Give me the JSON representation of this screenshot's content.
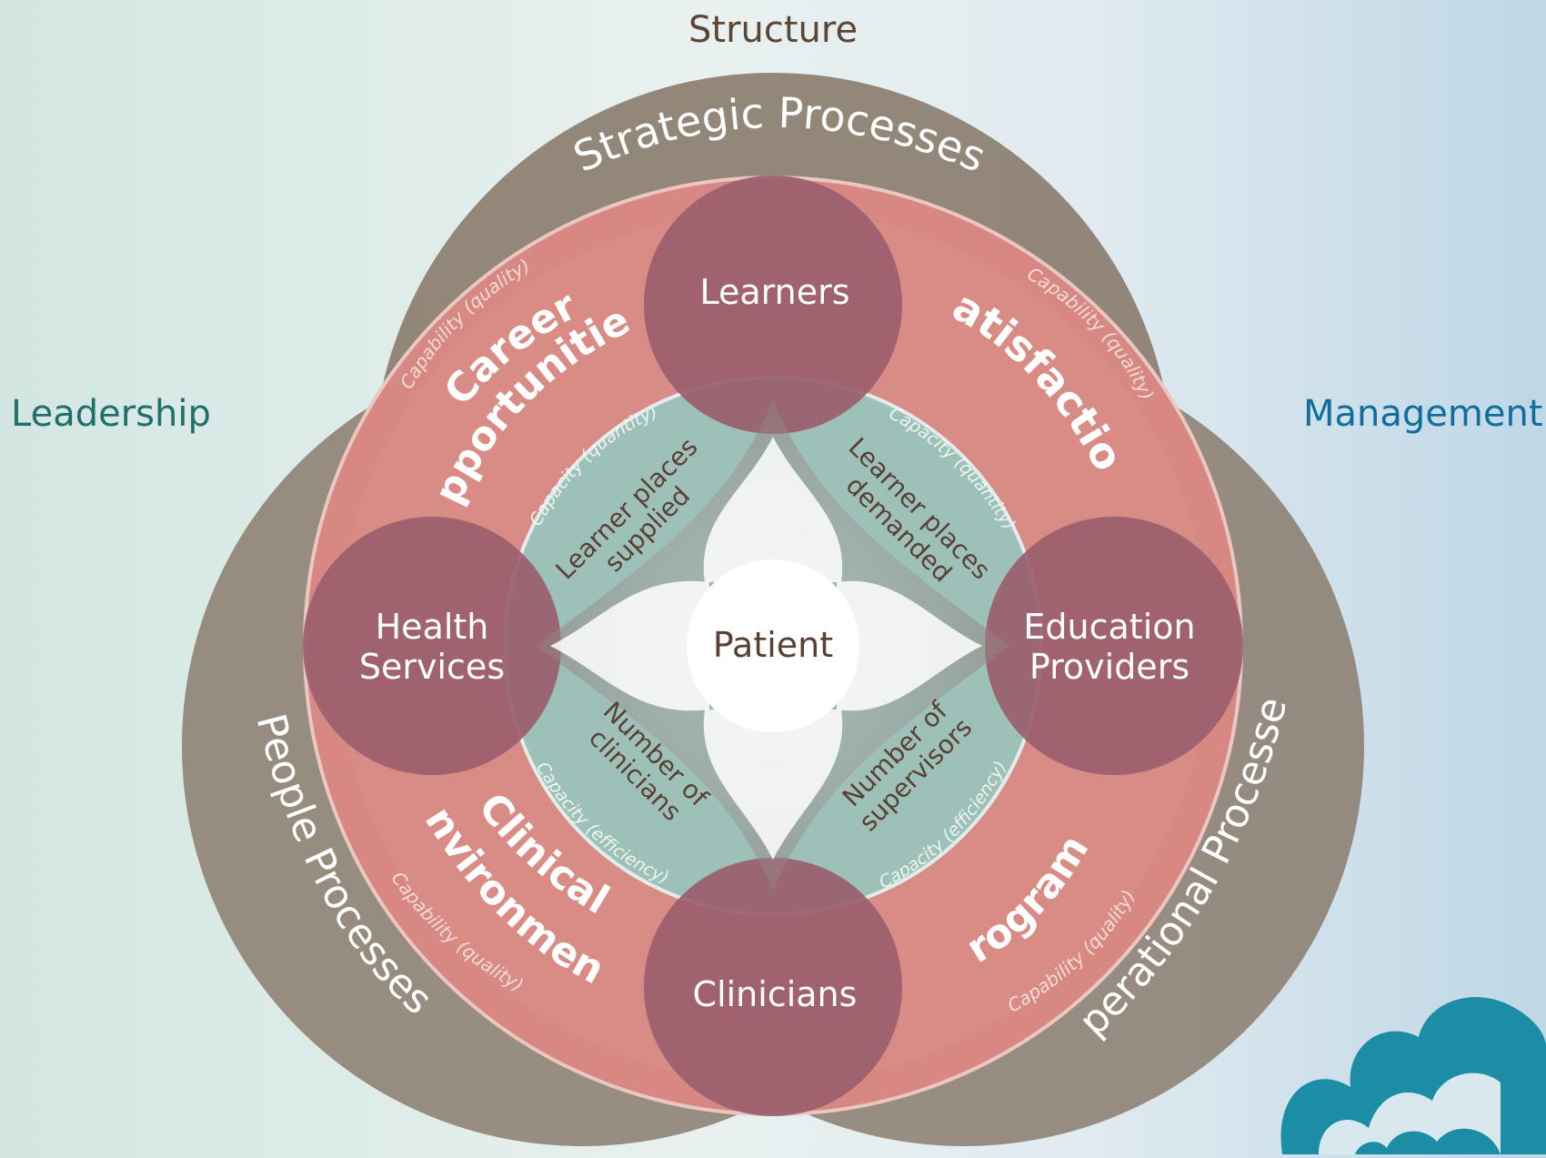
{
  "corner_labels": {
    "top": "Structure",
    "left": "Leadership",
    "right": "Management"
  },
  "process_labels": {
    "strategic": "Strategic Processes",
    "people": "People Processes",
    "operational": "Operational Processes"
  },
  "ring_labels": {
    "career": [
      "Career",
      "opportunities"
    ],
    "satisfaction": "Satisfaction",
    "clinical": [
      "Clinical",
      "environment"
    ],
    "programs": "Programs",
    "capability": "Capability (quality)"
  },
  "stakeholders": {
    "learners": "Learners",
    "health": [
      "Health",
      "Services"
    ],
    "education": [
      "Education",
      "Providers"
    ],
    "clinicians": "Clinicians"
  },
  "center": "Patient",
  "inner_quadrants": {
    "supplied": [
      "Learner places",
      "supplied"
    ],
    "demanded": [
      "Learner places",
      "demanded"
    ],
    "clinicians": [
      "Number of",
      "clinicians"
    ],
    "supervisors": [
      "Number of",
      "supervisors"
    ],
    "capacity_quantity": "Capacity (quantity)",
    "capacity_efficiency": "Capacity (efficiency)"
  },
  "colors": {
    "taupe": "#8a7b6d",
    "salmon": "#d88882",
    "plum": "#9b5e6e",
    "teal": "#9dc1b8",
    "leadership": "#1f6f6a",
    "management": "#0e6f9c",
    "structure": "#5b4636",
    "logo": "#1b8ea6"
  }
}
